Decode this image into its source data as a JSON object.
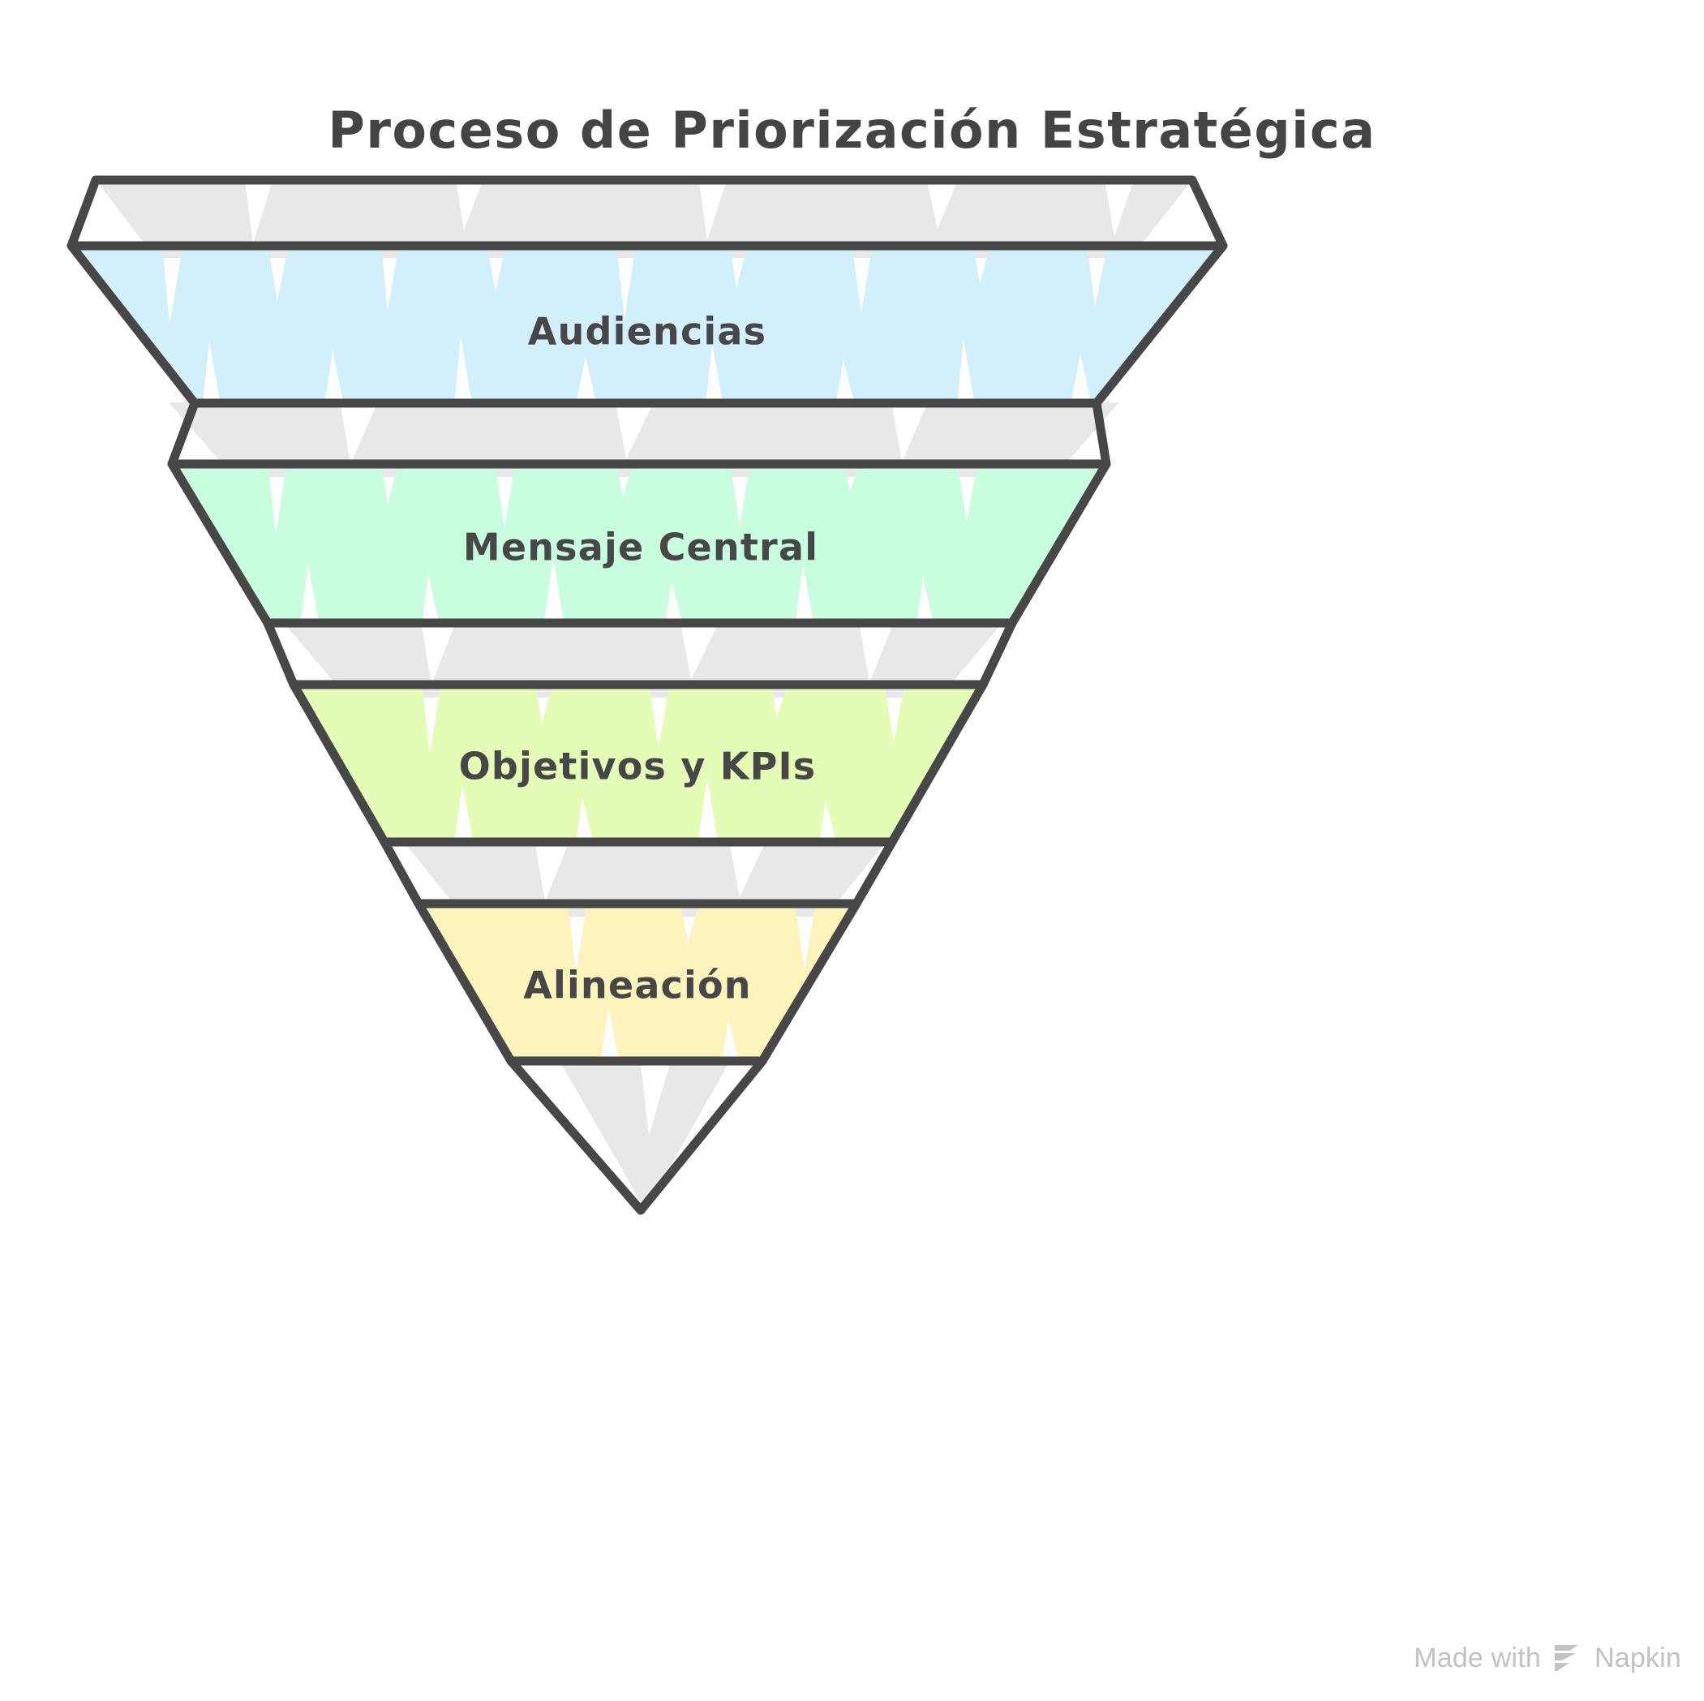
{
  "title": "Proceso de Priorización Estratégica",
  "diagram": {
    "type": "funnel",
    "orientation": "inverted",
    "stage_count": 4,
    "stages": [
      {
        "label": "Audiencias",
        "color": "#d2f0fb",
        "order": 1
      },
      {
        "label": "Mensaje Central",
        "color": "#c9fde0",
        "order": 2
      },
      {
        "label": "Objetivos y KPIs",
        "color": "#e5fcb6",
        "order": 3
      },
      {
        "label": "Alineación",
        "color": "#fcf3bd",
        "order": 4
      }
    ],
    "spacer_color": "#e8e8e8",
    "stroke_color": "#474747",
    "background_color": "#ffffff",
    "text_color": "#474747"
  },
  "watermark": {
    "prefix": "Made with",
    "brand": "Napkin",
    "logo_icon": "napkin-logo-icon",
    "color": "#c2c2c2"
  }
}
